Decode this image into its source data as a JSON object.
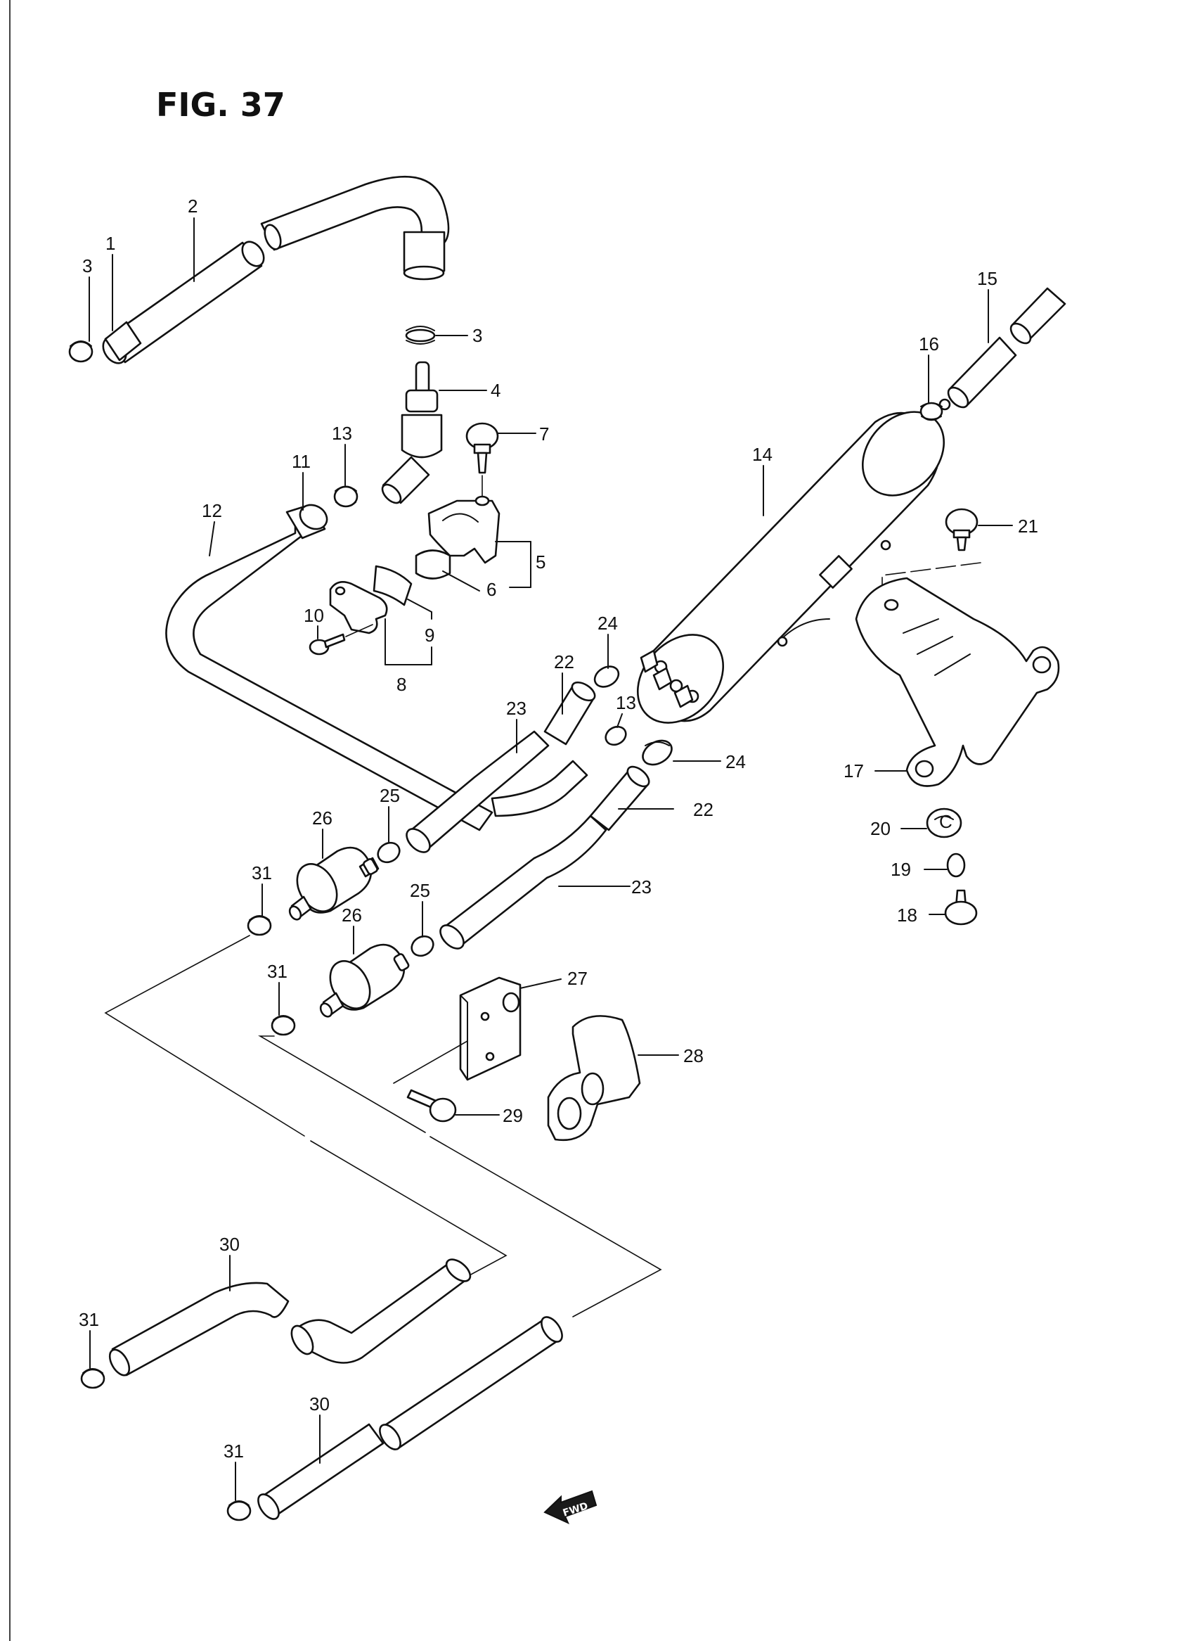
{
  "figure": {
    "title": "FIG. 37"
  },
  "direction_marker": {
    "label": "FWD",
    "icon": "left-arrow-icon"
  },
  "callouts": {
    "c1": "1",
    "c2": "2",
    "c3a": "3",
    "c3b": "3",
    "c4": "4",
    "c5": "5",
    "c6": "6",
    "c7": "7",
    "c8": "8",
    "c9": "9",
    "c10": "10",
    "c11": "11",
    "c12": "12",
    "c13a": "13",
    "c13b": "13",
    "c14": "14",
    "c15": "15",
    "c16": "16",
    "c17": "17",
    "c18": "18",
    "c19": "19",
    "c20": "20",
    "c21": "21",
    "c22a": "22",
    "c22b": "22",
    "c23a": "23",
    "c23b": "23",
    "c24a": "24",
    "c24b": "24",
    "c25a": "25",
    "c25b": "25",
    "c26a": "26",
    "c26b": "26",
    "c27": "27",
    "c28": "28",
    "c29": "29",
    "c30a": "30",
    "c30b": "30",
    "c31a": "31",
    "c31b": "31",
    "c31c": "31",
    "c31d": "31"
  }
}
